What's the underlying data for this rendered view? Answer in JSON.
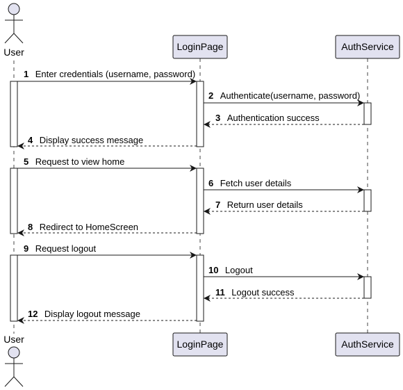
{
  "participants": [
    {
      "id": "user",
      "kind": "actor",
      "label": "User"
    },
    {
      "id": "login",
      "kind": "box",
      "label": "LoginPage"
    },
    {
      "id": "auth",
      "kind": "box",
      "label": "AuthService"
    }
  ],
  "messages": [
    {
      "num": "1",
      "text": "Enter credentials (username, password)",
      "from": "user",
      "to": "login",
      "style": "solid"
    },
    {
      "num": "2",
      "text": "Authenticate(username, password)",
      "from": "login",
      "to": "auth",
      "style": "solid"
    },
    {
      "num": "3",
      "text": "Authentication success",
      "from": "auth",
      "to": "login",
      "style": "dashed"
    },
    {
      "num": "4",
      "text": "Display success message",
      "from": "login",
      "to": "user",
      "style": "dashed"
    },
    {
      "num": "5",
      "text": "Request to view home",
      "from": "user",
      "to": "login",
      "style": "solid"
    },
    {
      "num": "6",
      "text": "Fetch user details",
      "from": "login",
      "to": "auth",
      "style": "solid"
    },
    {
      "num": "7",
      "text": "Return user details",
      "from": "auth",
      "to": "login",
      "style": "dashed"
    },
    {
      "num": "8",
      "text": "Redirect to HomeScreen",
      "from": "login",
      "to": "user",
      "style": "dashed"
    },
    {
      "num": "9",
      "text": "Request logout",
      "from": "user",
      "to": "login",
      "style": "solid"
    },
    {
      "num": "10",
      "text": "Logout",
      "from": "login",
      "to": "auth",
      "style": "solid"
    },
    {
      "num": "11",
      "text": "Logout success",
      "from": "auth",
      "to": "login",
      "style": "dashed"
    },
    {
      "num": "12",
      "text": "Display logout message",
      "from": "login",
      "to": "user",
      "style": "dashed"
    }
  ],
  "colors": {
    "participant_fill": "#e2e2f0",
    "participant_border": "#181818",
    "activation_fill": "#ffffff",
    "line": "#181818",
    "lifeline": "#181818"
  }
}
